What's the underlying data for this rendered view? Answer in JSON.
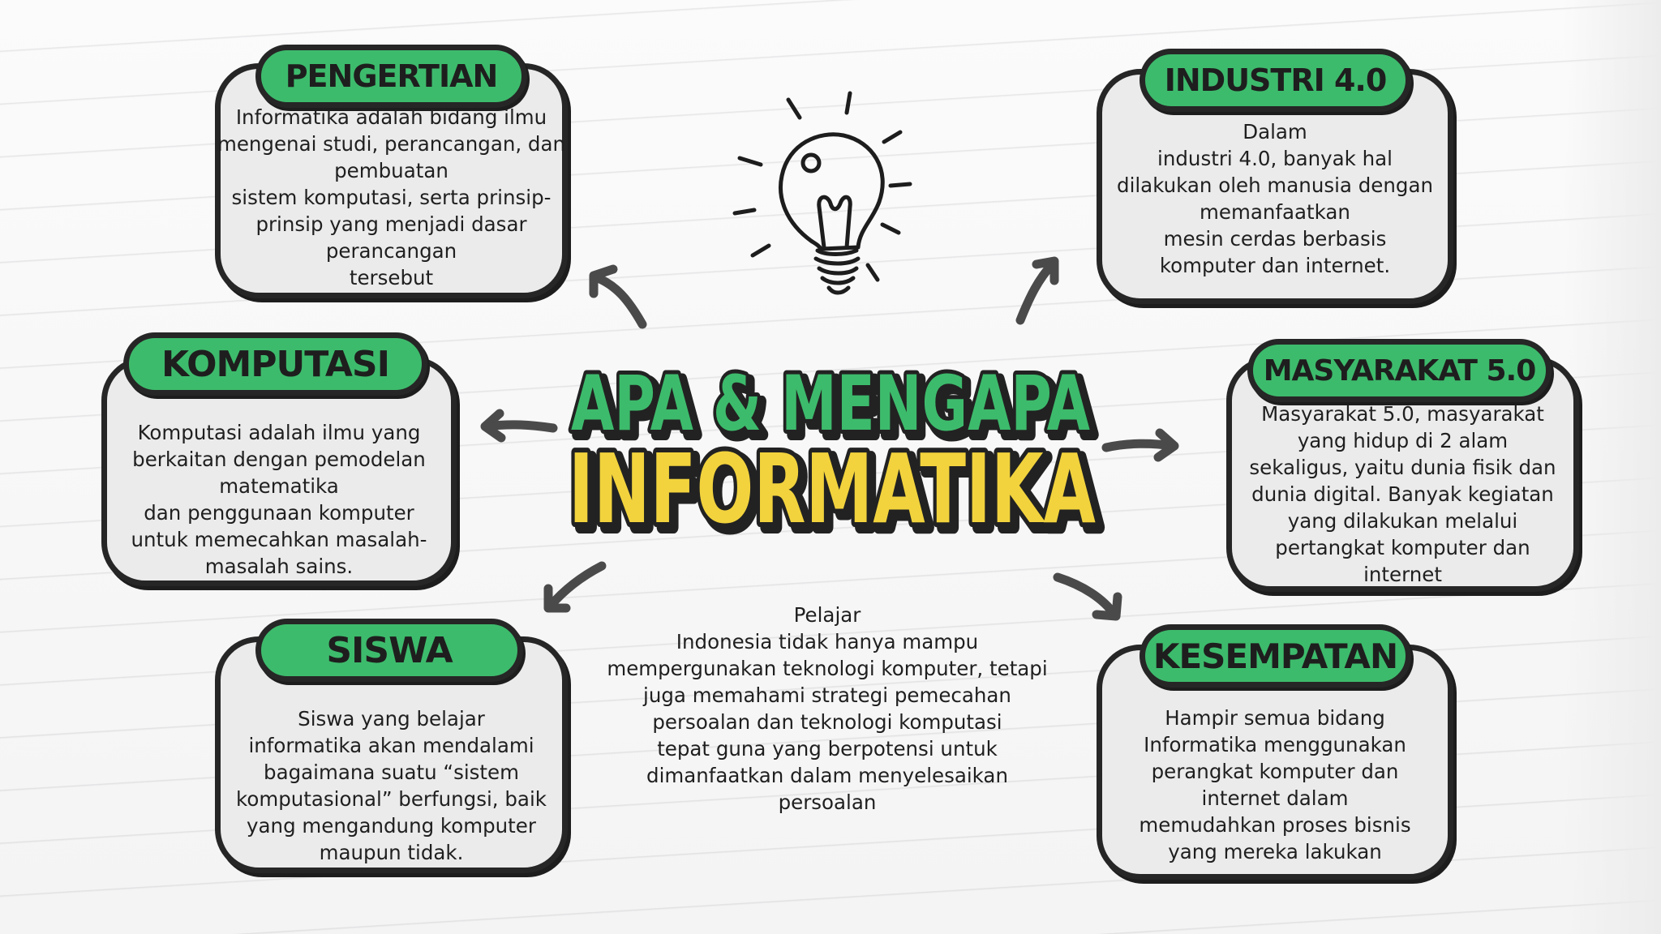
{
  "title": {
    "line1": "APA & MENGAPA",
    "line2": "INFORMATIKA",
    "line1_color": "#3dbb6c",
    "line2_color": "#f2d33d",
    "outline_color": "#222222"
  },
  "colors": {
    "tab_green": "#3dbb6c",
    "card_bg": "#ebebeb",
    "stroke": "#262626"
  },
  "cards": {
    "pengertian": {
      "heading": "PENGERTIAN",
      "lines": [
        "Informatika adalah bidang ilmu",
        "mengenai studi, perancangan, dan",
        "pembuatan",
        "sistem komputasi, serta prinsip-",
        "prinsip yang menjadi dasar",
        "perancangan",
        "tersebut"
      ]
    },
    "komputasi": {
      "heading": "KOMPUTASI",
      "lines": [
        "Komputasi adalah ilmu yang",
        "berkaitan dengan pemodelan",
        "matematika",
        "dan penggunaan komputer",
        "untuk memecahkan masalah-",
        "masalah sains."
      ]
    },
    "siswa": {
      "heading": "SISWA",
      "lines": [
        "Siswa yang belajar",
        "informatika akan mendalami",
        "bagaimana suatu “sistem",
        "komputasional” berfungsi, baik",
        "yang mengandung komputer",
        "maupun tidak."
      ]
    },
    "industri": {
      "heading": "INDUSTRI 4.0",
      "lines": [
        "Dalam",
        "industri 4.0, banyak hal",
        "dilakukan oleh manusia dengan",
        "memanfaatkan",
        "mesin cerdas berbasis",
        "komputer dan internet."
      ]
    },
    "masyarakat": {
      "heading": "MASYARAKAT 5.0",
      "lines": [
        "Masyarakat 5.0, masyarakat",
        "yang hidup di 2 alam",
        "sekaligus, yaitu dunia fisik dan",
        "dunia digital. Banyak kegiatan",
        "yang dilakukan melalui",
        "pertangkat komputer dan",
        "internet"
      ]
    },
    "kesempatan": {
      "heading": "KESEMPATAN",
      "lines": [
        "Hampir semua bidang",
        "Informatika menggunakan",
        "perangkat komputer dan",
        "internet dalam",
        "memudahkan proses bisnis",
        "yang mereka lakukan"
      ]
    }
  },
  "center": {
    "lines": [
      "Pelajar",
      "Indonesia tidak hanya mampu",
      "mempergunakan teknologi komputer, tetapi",
      "juga memahami strategi pemecahan",
      "persoalan dan teknologi komputasi",
      "tepat guna yang berpotensi untuk",
      "dimanfaatkan dalam menyelesaikan",
      "persoalan"
    ]
  },
  "icons": {
    "bulb": "lightbulb-icon",
    "arrows": "curved-arrow-icon"
  }
}
